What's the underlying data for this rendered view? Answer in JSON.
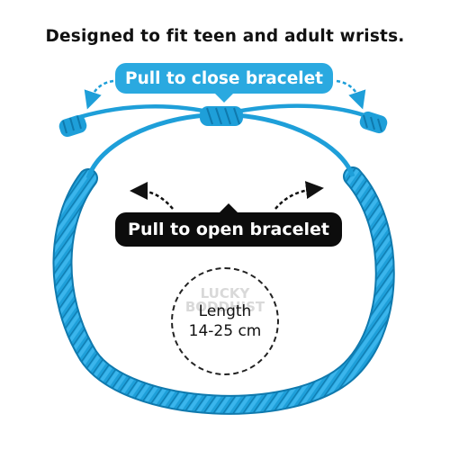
{
  "headline": "Designed to fit teen and adult wrists.",
  "close_label": "Pull to close bracelet",
  "open_label": "Pull to open bracelet",
  "length": {
    "label": "Length",
    "range": "14-25 cm"
  },
  "watermark": {
    "line1": "LUCKY",
    "line2": "BODDHIST"
  },
  "colors": {
    "accent": "#2aa9e0",
    "bracelet": "#1e9fd9",
    "dark": "#0c0c0c"
  }
}
